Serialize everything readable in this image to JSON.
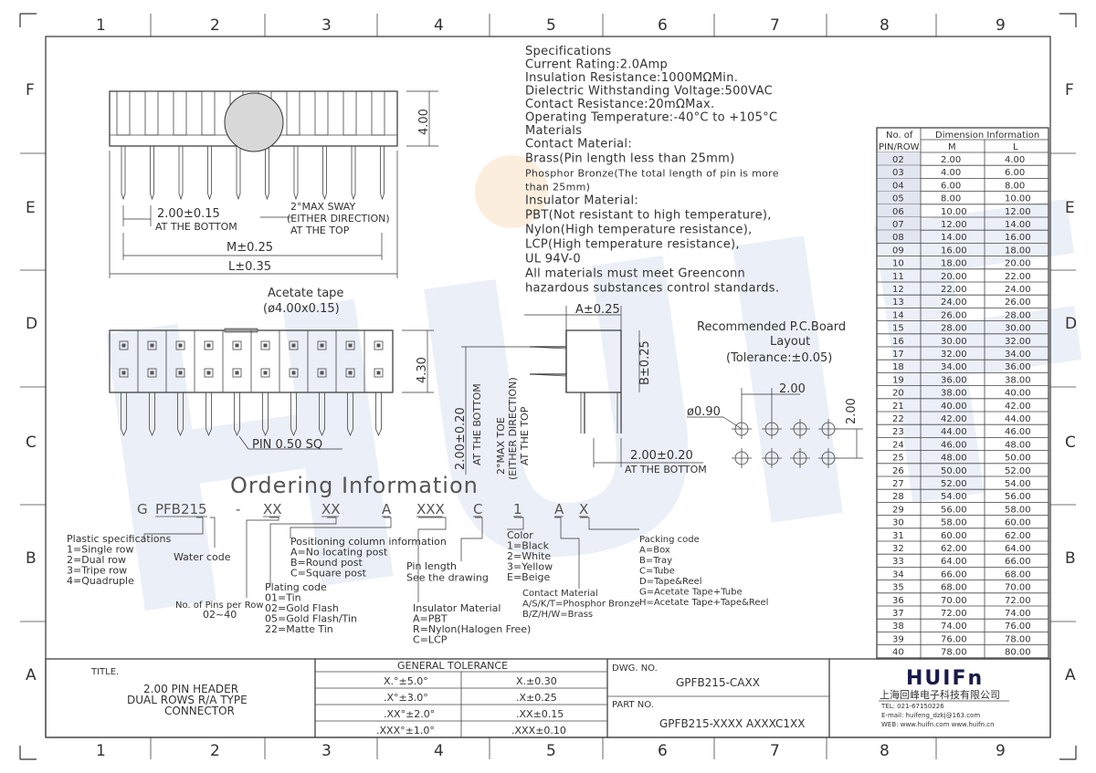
{
  "frame": {
    "columns": [
      "1",
      "2",
      "3",
      "4",
      "5",
      "6",
      "7",
      "8",
      "9"
    ],
    "rows": [
      "F",
      "E",
      "D",
      "C",
      "B",
      "A"
    ]
  },
  "watermark": "HUIFn",
  "specifications": {
    "lines": [
      "Specifications",
      "Current Rating:2.0Amp",
      "Insulation Resistance:1000MΩMin.",
      "Dielectric Withstanding Voltage:500VAC",
      "Contact Resistance:20mΩMax.",
      "Operating Temperature:-40°C to +105°C",
      "Materials",
      "Contact Material:",
      "Brass(Pin length less than 25mm)",
      "Phosphor Bronze(The total length of pin is more",
      "than 25mm)",
      "Insulator Material:",
      "PBT(Not resistant to high temperature),",
      "Nylon(High temperature resistance),",
      "LCP(High temperature resistance),",
      "UL 94V-0",
      "All materials must meet Greenconn",
      "hazardous substances control standards."
    ]
  },
  "top_view": {
    "height_dim": "4.00",
    "pitch": "2.00±0.15",
    "pitch_note": "AT THE BOTTOM",
    "sway1": "2°MAX SWAY",
    "sway2": "(EITHER DIRECTION)",
    "sway3": "AT THE TOP",
    "m_dim": "M±0.25",
    "l_dim": "L±0.35"
  },
  "front_view": {
    "tape_label": "Acetate tape",
    "tape_dim": "(ø4.00x0.15)",
    "height_dim": "4.30",
    "pin_label": "PIN 0.50 SQ"
  },
  "side_view": {
    "a_dim": "A±0.25",
    "b_dim": "B±0.25",
    "left_dim": "2.00±0.20",
    "left_note": "AT THE BOTTOM",
    "toe1": "2°MAX TOE",
    "toe2": "(EITHER DIRECTION)",
    "toe3": "AT THE TOP",
    "bottom_dim": "2.00±0.20",
    "bottom_note": "AT THE BOTTOM"
  },
  "pcb_layout": {
    "title1": "Recommended P.C.Board",
    "title2": "Layout",
    "title3": "(Tolerance:±0.05)",
    "pitch_h": "2.00",
    "pitch_v": "2.00",
    "hole": "ø0.90"
  },
  "dimension_table": {
    "header1": "No. of",
    "header2": "PIN/ROW",
    "group": "Dimension Information",
    "col_m": "M",
    "col_l": "L",
    "rows": [
      [
        "02",
        "2.00",
        "4.00"
      ],
      [
        "03",
        "4.00",
        "6.00"
      ],
      [
        "04",
        "6.00",
        "8.00"
      ],
      [
        "05",
        "8.00",
        "10.00"
      ],
      [
        "06",
        "10.00",
        "12.00"
      ],
      [
        "07",
        "12.00",
        "14.00"
      ],
      [
        "08",
        "14.00",
        "16.00"
      ],
      [
        "09",
        "16.00",
        "18.00"
      ],
      [
        "10",
        "18.00",
        "20.00"
      ],
      [
        "11",
        "20.00",
        "22.00"
      ],
      [
        "12",
        "22.00",
        "24.00"
      ],
      [
        "13",
        "24.00",
        "26.00"
      ],
      [
        "14",
        "26.00",
        "28.00"
      ],
      [
        "15",
        "28.00",
        "30.00"
      ],
      [
        "16",
        "30.00",
        "32.00"
      ],
      [
        "17",
        "32.00",
        "34.00"
      ],
      [
        "18",
        "34.00",
        "36.00"
      ],
      [
        "19",
        "36.00",
        "38.00"
      ],
      [
        "20",
        "38.00",
        "40.00"
      ],
      [
        "21",
        "40.00",
        "42.00"
      ],
      [
        "22",
        "42.00",
        "44.00"
      ],
      [
        "23",
        "44.00",
        "46.00"
      ],
      [
        "24",
        "46.00",
        "48.00"
      ],
      [
        "25",
        "48.00",
        "50.00"
      ],
      [
        "26",
        "50.00",
        "52.00"
      ],
      [
        "27",
        "52.00",
        "54.00"
      ],
      [
        "28",
        "54.00",
        "56.00"
      ],
      [
        "29",
        "56.00",
        "58.00"
      ],
      [
        "30",
        "58.00",
        "60.00"
      ],
      [
        "31",
        "60.00",
        "62.00"
      ],
      [
        "32",
        "62.00",
        "64.00"
      ],
      [
        "33",
        "64.00",
        "66.00"
      ],
      [
        "34",
        "66.00",
        "68.00"
      ],
      [
        "35",
        "68.00",
        "70.00"
      ],
      [
        "36",
        "70.00",
        "72.00"
      ],
      [
        "37",
        "72.00",
        "74.00"
      ],
      [
        "38",
        "74.00",
        "76.00"
      ],
      [
        "39",
        "76.00",
        "78.00"
      ],
      [
        "40",
        "78.00",
        "80.00"
      ]
    ]
  },
  "ordering": {
    "title": "Ordering Information",
    "codes": [
      "G",
      "PFB215",
      "-",
      "XX",
      "XX",
      "A",
      "XXX",
      "C",
      "1",
      "A",
      "X"
    ],
    "plastic": [
      "Plastic specifications",
      "1=Single row",
      "2=Dual row",
      "3=Tripe row",
      "4=Quadruple"
    ],
    "water": "Water code",
    "pins": [
      "No. of Pins per Row",
      "02~40"
    ],
    "plating": [
      "Plating code",
      "01=Tin",
      "02=Gold Flash",
      "05=Gold Flash/Tin",
      "22=Matte Tin"
    ],
    "position": [
      "Positioning column information",
      "A=No locating post",
      "B=Round post",
      "C=Square post"
    ],
    "insulator": [
      "Insulator Material",
      "A=PBT",
      "R=Nylon(Halogen Free)",
      "C=LCP"
    ],
    "pinlen": [
      "Pin length",
      "See the drawing"
    ],
    "color": [
      "Color",
      "1=Black",
      "2=White",
      "3=Yellow",
      "E=Beige"
    ],
    "contact": [
      "Contact Material",
      "A/S/K/T=Phosphor Bronze",
      "B/Z/H/W=Brass"
    ],
    "packing": [
      "Packing code",
      "A=Box",
      "B=Tray",
      "C=Tube",
      "D=Tape&Reel",
      "G=Acetate Tape+Tube",
      "H=Acetate Tape+Tape&Reel"
    ]
  },
  "title_block": {
    "title_label": "TITLE.",
    "title_lines": [
      "2.00 PIN HEADER",
      "DUAL ROWS R/A TYPE",
      "CONNECTOR"
    ],
    "tol_header": "GENERAL TOLERANCE",
    "tol_rows": [
      [
        "X.°±5.0°",
        "X.±0.30"
      ],
      [
        ".X°±3.0°",
        ".X±0.25"
      ],
      [
        ".XX°±2.0°",
        ".XX±0.15"
      ],
      [
        ".XXX°±1.0°",
        ".XXX±0.10"
      ]
    ],
    "dwg_label": "DWG. NO.",
    "dwg_value": "GPFB215-CAXX",
    "part_label": "PART NO.",
    "part_value": "GPFB215-XXXX AXXXC1XX",
    "company_logo": "HUIFn",
    "company_name": "上海回峰电子科技有限公司",
    "tel": "TEL: 021-67150226",
    "email": "E-mail: huifeng_dzkj@163.com",
    "web": "WEB: www.huifn.com  www.huifn.cn"
  }
}
